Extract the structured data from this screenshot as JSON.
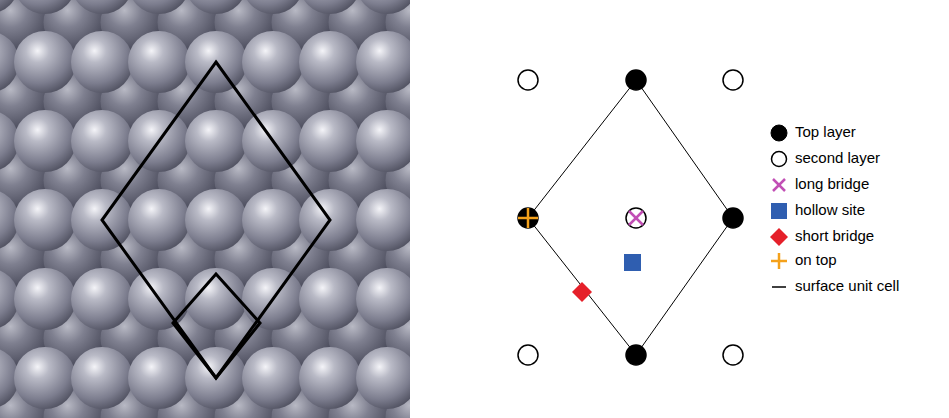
{
  "diagram": {
    "legend": [
      {
        "text": "Top layer"
      },
      {
        "text": "second layer"
      },
      {
        "text": "long bridge"
      },
      {
        "text": "hollow site"
      },
      {
        "text": "short bridge"
      },
      {
        "text": "on top"
      },
      {
        "text": "surface unit cell"
      }
    ]
  }
}
